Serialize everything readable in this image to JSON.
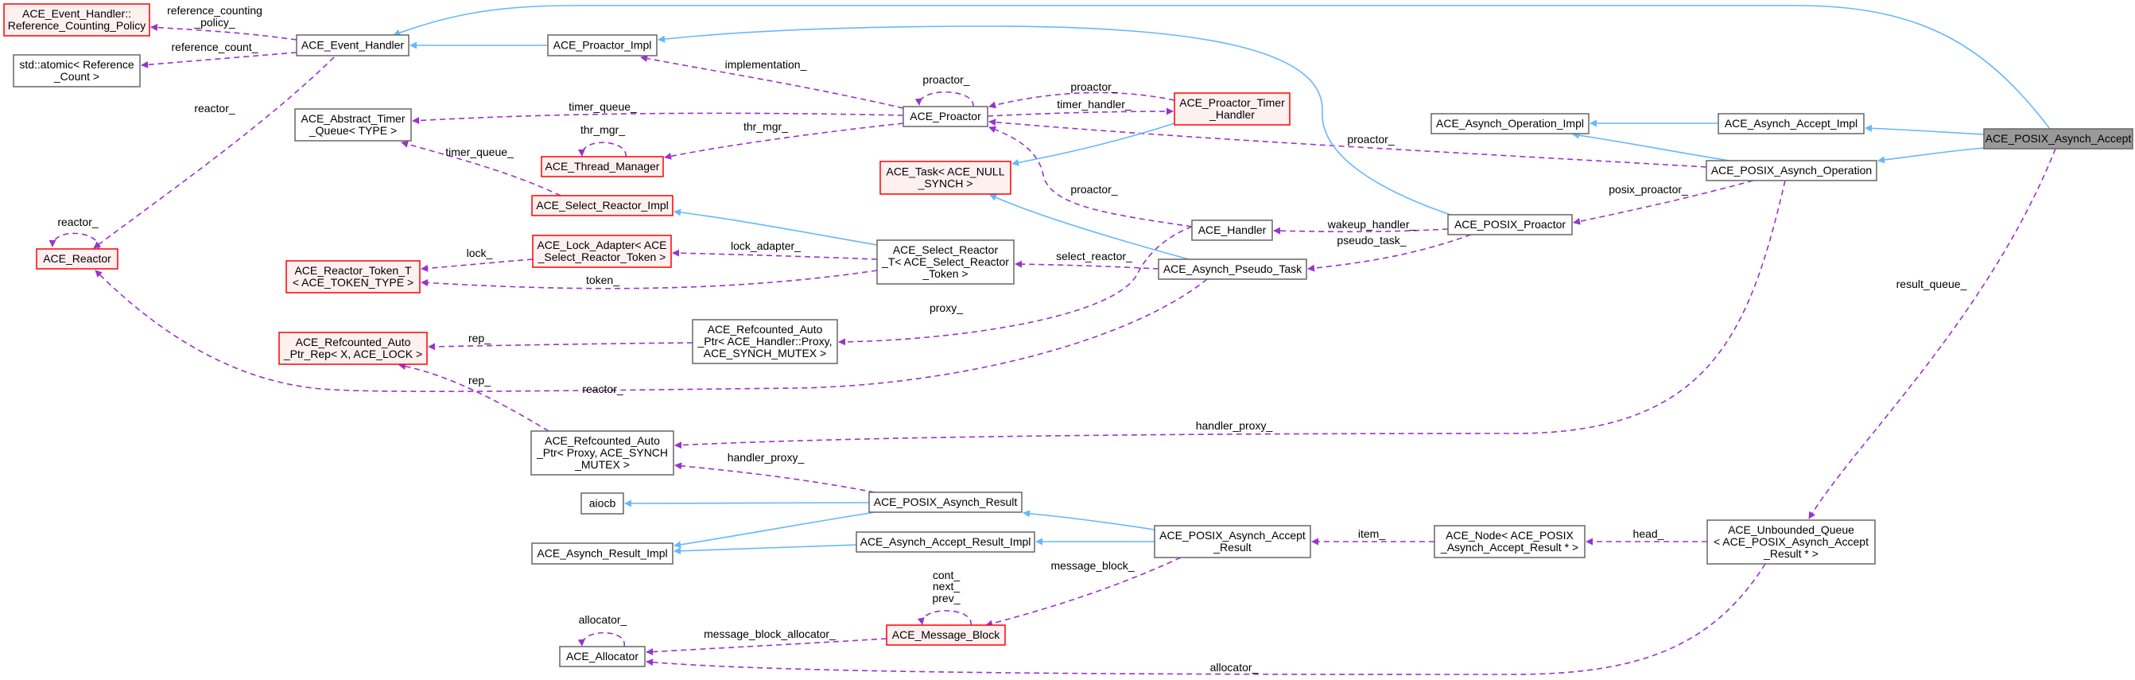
{
  "title": "ACE_POSIX_Asynch_Accept collaboration diagram",
  "colors": {
    "inheritance": "#63b8ff",
    "usage": "#9a32cd",
    "red_border": "#ff0000",
    "red_fill": "#fff0f0",
    "focus_fill": "#999999",
    "normal_border": "#666666"
  },
  "nodes": {
    "rcp": {
      "lines": [
        "ACE_Event_Handler::",
        "Reference_Counting_Policy"
      ],
      "style": "red"
    },
    "atomic": {
      "lines": [
        "std::atomic< Reference",
        "_Count >"
      ],
      "style": "normal"
    },
    "event_handler": {
      "lines": [
        "ACE_Event_Handler"
      ],
      "style": "normal"
    },
    "proactor_impl": {
      "lines": [
        "ACE_Proactor_Impl"
      ],
      "style": "normal"
    },
    "abstract_timer": {
      "lines": [
        "ACE_Abstract_Timer",
        "_Queue< TYPE >"
      ],
      "style": "normal"
    },
    "thread_manager": {
      "lines": [
        "ACE_Thread_Manager"
      ],
      "style": "red"
    },
    "select_reactor_impl": {
      "lines": [
        "ACE_Select_Reactor_Impl"
      ],
      "style": "red"
    },
    "reactor": {
      "lines": [
        "ACE_Reactor"
      ],
      "style": "red"
    },
    "lock_adapter": {
      "lines": [
        "ACE_Lock_Adapter< ACE",
        "_Select_Reactor_Token >"
      ],
      "style": "red"
    },
    "reactor_token": {
      "lines": [
        "ACE_Reactor_Token_T",
        "< ACE_TOKEN_TYPE >"
      ],
      "style": "red"
    },
    "ref_rep": {
      "lines": [
        "ACE_Refcounted_Auto",
        "_Ptr_Rep< X, ACE_LOCK >"
      ],
      "style": "red"
    },
    "ref_ptr_handler": {
      "lines": [
        "ACE_Refcounted_Auto",
        "_Ptr< ACE_Handler::Proxy,",
        "ACE_SYNCH_MUTEX >"
      ],
      "style": "normal"
    },
    "ref_ptr_proxy": {
      "lines": [
        "ACE_Refcounted_Auto",
        "_Ptr< Proxy, ACE_SYNCH",
        "_MUTEX >"
      ],
      "style": "normal"
    },
    "aiocb": {
      "lines": [
        "aiocb"
      ],
      "style": "normal"
    },
    "asynch_result_impl": {
      "lines": [
        "ACE_Asynch_Result_Impl"
      ],
      "style": "normal"
    },
    "allocator": {
      "lines": [
        "ACE_Allocator"
      ],
      "style": "normal"
    },
    "proactor": {
      "lines": [
        "ACE_Proactor"
      ],
      "style": "normal"
    },
    "proactor_timer_handler": {
      "lines": [
        "ACE_Proactor_Timer",
        "_Handler"
      ],
      "style": "red"
    },
    "task_null": {
      "lines": [
        "ACE_Task< ACE_NULL",
        "_SYNCH >"
      ],
      "style": "red"
    },
    "handler": {
      "lines": [
        "ACE_Handler"
      ],
      "style": "normal"
    },
    "select_reactor_t": {
      "lines": [
        "ACE_Select_Reactor",
        "_T< ACE_Select_Reactor",
        "_Token >"
      ],
      "style": "normal"
    },
    "pseudo_task": {
      "lines": [
        "ACE_Asynch_Pseudo_Task"
      ],
      "style": "normal"
    },
    "posix_result": {
      "lines": [
        "ACE_POSIX_Asynch_Result"
      ],
      "style": "normal"
    },
    "accept_result_impl": {
      "lines": [
        "ACE_Asynch_Accept_Result_Impl"
      ],
      "style": "normal"
    },
    "posix_accept_result": {
      "lines": [
        "ACE_POSIX_Asynch_Accept",
        "_Result"
      ],
      "style": "normal"
    },
    "message_block": {
      "lines": [
        "ACE_Message_Block"
      ],
      "style": "red"
    },
    "asynch_operation_impl": {
      "lines": [
        "ACE_Asynch_Operation_Impl"
      ],
      "style": "normal"
    },
    "asynch_accept_impl": {
      "lines": [
        "ACE_Asynch_Accept_Impl"
      ],
      "style": "normal"
    },
    "posix_asynch_accept": {
      "lines": [
        "ACE_POSIX_Asynch_Accept"
      ],
      "style": "focus"
    },
    "posix_asynch_operation": {
      "lines": [
        "ACE_POSIX_Asynch_Operation"
      ],
      "style": "normal"
    },
    "posix_proactor": {
      "lines": [
        "ACE_POSIX_Proactor"
      ],
      "style": "normal"
    },
    "ace_node": {
      "lines": [
        "ACE_Node< ACE_POSIX",
        "_Asynch_Accept_Result * >"
      ],
      "style": "normal"
    },
    "unbounded_queue": {
      "lines": [
        "ACE_Unbounded_Queue",
        "< ACE_POSIX_Asynch_Accept",
        "_Result * >"
      ],
      "style": "normal"
    }
  },
  "edges": {
    "e_rcp": {
      "kind": "usage",
      "labels": [
        "reference_counting",
        "_policy_"
      ]
    },
    "e_atomic": {
      "kind": "usage",
      "labels": [
        "reference_count_"
      ]
    },
    "e_eh_reactor": {
      "kind": "usage",
      "labels": [
        "reactor_"
      ]
    },
    "e_reactor_self": {
      "kind": "usage",
      "labels": [
        "reactor_"
      ]
    },
    "e_pro_timer": {
      "kind": "usage",
      "labels": [
        "timer_queue_"
      ]
    },
    "e_pro_thr": {
      "kind": "usage",
      "labels": [
        "thr_mgr_"
      ]
    },
    "e_thr_self": {
      "kind": "usage",
      "labels": [
        "thr_mgr_"
      ]
    },
    "e_sri_timer": {
      "kind": "usage",
      "labels": [
        "timer_queue_"
      ]
    },
    "e_lock": {
      "kind": "usage",
      "labels": [
        "lock_"
      ]
    },
    "e_token": {
      "kind": "usage",
      "labels": [
        "token_"
      ]
    },
    "e_rep1": {
      "kind": "usage",
      "labels": [
        "rep_"
      ]
    },
    "e_rep2": {
      "kind": "usage",
      "labels": [
        "rep_"
      ]
    },
    "e_pt_reactor": {
      "kind": "usage",
      "labels": [
        "reactor_"
      ]
    },
    "e_impl": {
      "kind": "usage",
      "labels": [
        "implementation_"
      ]
    },
    "e_pro_self": {
      "kind": "usage",
      "labels": [
        "proactor_"
      ]
    },
    "e_th_pro": {
      "kind": "usage",
      "labels": [
        "proactor_"
      ]
    },
    "e_timer_handler": {
      "kind": "usage",
      "labels": [
        "timer_handler_"
      ]
    },
    "e_op_pro": {
      "kind": "usage",
      "labels": [
        "proactor_"
      ]
    },
    "e_handler_pro": {
      "kind": "usage",
      "labels": [
        "proactor_"
      ]
    },
    "e_wakeup": {
      "kind": "usage",
      "labels": [
        "wakeup_handler_"
      ]
    },
    "e_pseudo": {
      "kind": "usage",
      "labels": [
        "pseudo_task_"
      ]
    },
    "e_lock_adapter": {
      "kind": "usage",
      "labels": [
        "lock_adapter_"
      ]
    },
    "e_select_reactor": {
      "kind": "usage",
      "labels": [
        "select_reactor_"
      ]
    },
    "e_proxy": {
      "kind": "usage",
      "labels": [
        "proxy_"
      ]
    },
    "e_posix_proactor": {
      "kind": "usage",
      "labels": [
        "posix_proactor_"
      ]
    },
    "e_result_queue": {
      "kind": "usage",
      "labels": [
        "result_queue_"
      ]
    },
    "e_handler_proxy1": {
      "kind": "usage",
      "labels": [
        "handler_proxy_"
      ]
    },
    "e_handler_proxy2": {
      "kind": "usage",
      "labels": [
        "handler_proxy_"
      ]
    },
    "e_item": {
      "kind": "usage",
      "labels": [
        "item_"
      ]
    },
    "e_head": {
      "kind": "usage",
      "labels": [
        "head_"
      ]
    },
    "e_message_block": {
      "kind": "usage",
      "labels": [
        "message_block_"
      ]
    },
    "e_mb_self": {
      "kind": "usage",
      "labels": [
        "cont_",
        "next_",
        "prev_"
      ]
    },
    "e_mb_alloc": {
      "kind": "usage",
      "labels": [
        "message_block_allocator_"
      ]
    },
    "e_alloc_self": {
      "kind": "usage",
      "labels": [
        "allocator_"
      ]
    },
    "e_queue_alloc": {
      "kind": "usage",
      "labels": [
        "allocator_"
      ]
    },
    "i_pimpl_eh": {
      "kind": "inheritance",
      "labels": []
    },
    "i_accept_eh": {
      "kind": "inheritance",
      "labels": []
    },
    "i_pproactor_pimpl": {
      "kind": "inheritance",
      "labels": []
    },
    "i_th_task": {
      "kind": "inheritance",
      "labels": []
    },
    "i_srt_sri": {
      "kind": "inheritance",
      "labels": []
    },
    "i_pt_task": {
      "kind": "inheritance",
      "labels": []
    },
    "i_acceptimpl_opimpl": {
      "kind": "inheritance",
      "labels": []
    },
    "i_accept_acceptimpl": {
      "kind": "inheritance",
      "labels": []
    },
    "i_accept_posixop": {
      "kind": "inheritance",
      "labels": []
    },
    "i_posixop_opimpl": {
      "kind": "inheritance",
      "labels": []
    },
    "i_result_aiocb": {
      "kind": "inheritance",
      "labels": []
    },
    "i_result_resimpl": {
      "kind": "inheritance",
      "labels": []
    },
    "i_arimpl_resimpl": {
      "kind": "inheritance",
      "labels": []
    },
    "i_par_result": {
      "kind": "inheritance",
      "labels": []
    },
    "i_par_arimpl": {
      "kind": "inheritance",
      "labels": []
    }
  }
}
